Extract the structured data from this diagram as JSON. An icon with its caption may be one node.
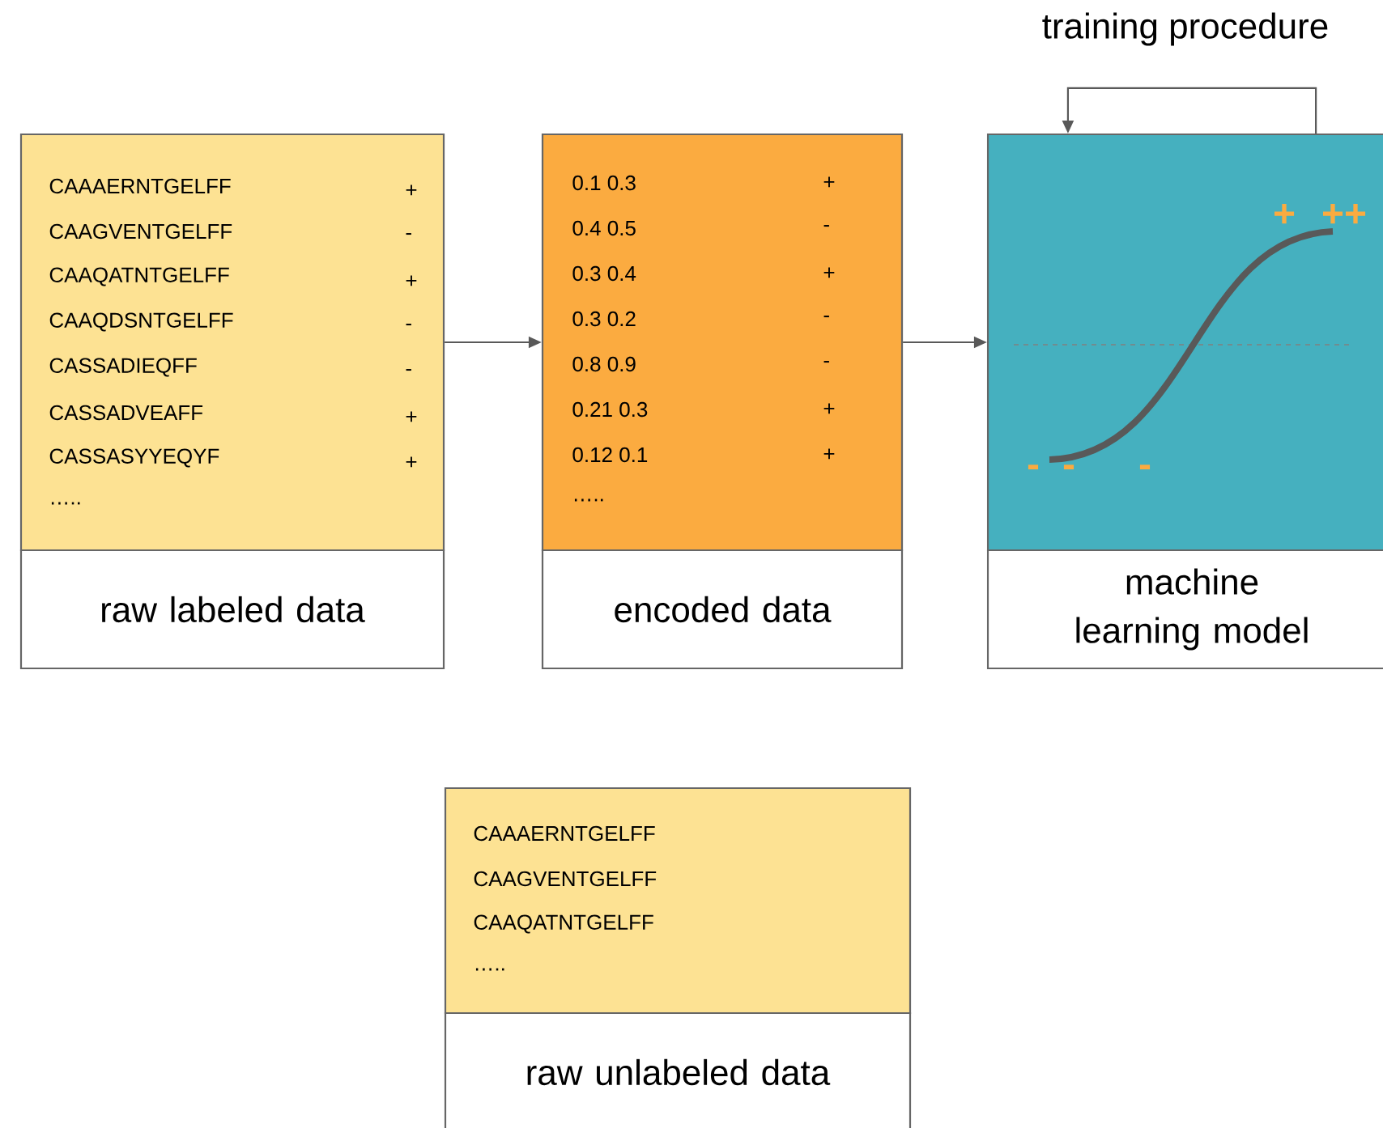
{
  "diagram": {
    "nodes": [
      {
        "text": [
          "CAAAERNTGELFF",
          "+",
          "CAAGVENTGELFF",
          "-",
          "CAAQATNTGELFF",
          "+",
          "CAAQDSNTGELFF",
          "-",
          "CASSADIEQFF",
          "-",
          "CASSADVEAFF",
          "+",
          "CASSASYYEQYF",
          "+",
          "….."
        ]
      },
      {
        "text": [
          "raw labeled data"
        ]
      },
      {
        "text": [
          "0.1 0.3",
          "+",
          "0.4 0.5",
          "-",
          "0.3 0.4",
          "+",
          "0.3 0.2",
          "-",
          "0.8 0.9",
          "-",
          "0.21 0.3",
          "+",
          "0.12 0.1",
          "+",
          "….."
        ]
      },
      {
        "text": [
          "encoded data"
        ]
      },
      {
        "text": [
          "+",
          "++",
          "-",
          "-",
          "-"
        ]
      },
      {
        "text": [
          "machine learning model"
        ]
      },
      {
        "text": [
          "CAAAERNTGELFF",
          "CAAGVENTGELFF",
          "CAAQATNTGELFF",
          "….."
        ]
      },
      {
        "text": [
          "raw unlabeled data"
        ]
      }
    ],
    "edges": [
      {
        "from": 0,
        "to": 2,
        "arrow": "to"
      },
      {
        "from": 2,
        "to": 4,
        "arrow": "to"
      },
      {
        "from": 4,
        "to": 4,
        "arrow": "to",
        "label": "training procedure"
      }
    ]
  }
}
